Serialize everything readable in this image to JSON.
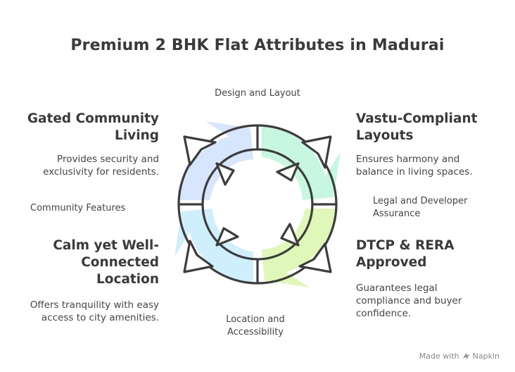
{
  "title": "Premium 2 BHK Flat Attributes in Madurai",
  "quadrants": {
    "top": "Design and Layout",
    "right": "Legal and Developer Assurance",
    "bottom": "Location and Accessibility",
    "left": "Community Features"
  },
  "items": {
    "top_left": {
      "heading": "Gated Community Living",
      "description": "Provides security and exclusivity for residents."
    },
    "top_right": {
      "heading": "Vastu-Compliant Layouts",
      "description": "Ensures harmony and balance in living spaces."
    },
    "bottom_left": {
      "heading": "Calm yet Well-Connected Location",
      "description": "Offers tranquility with easy access to city amenities."
    },
    "bottom_right": {
      "heading": "DTCP & RERA Approved",
      "description": "Guarantees legal compliance and buyer confidence."
    }
  },
  "colors": {
    "top_left": "#d6e4ff",
    "top_right": "#c4f5df",
    "bottom_right": "#ddf7b5",
    "bottom_left": "#cdeefc",
    "outline": "#3d3d3d"
  },
  "footer": {
    "made_with": "Made with",
    "brand": "Napkin"
  }
}
